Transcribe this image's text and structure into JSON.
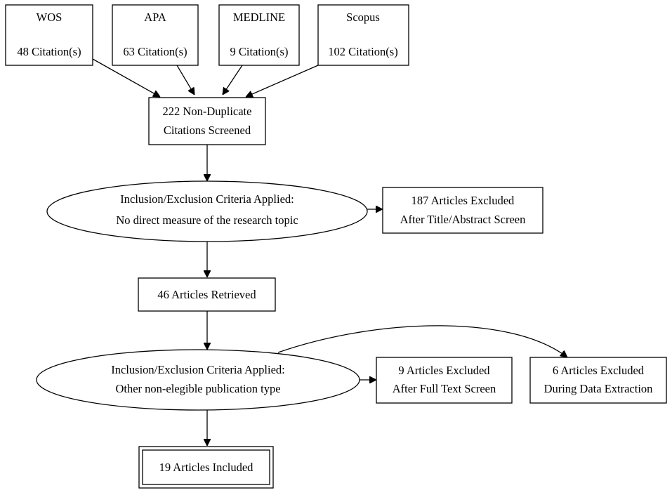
{
  "sources": [
    {
      "name": "WOS",
      "count": "48 Citation(s)"
    },
    {
      "name": "APA",
      "count": "63 Citation(s)"
    },
    {
      "name": "MEDLINE",
      "count": "9 Citation(s)"
    },
    {
      "name": "Scopus",
      "count": "102 Citation(s)"
    }
  ],
  "screened": {
    "line1": "222 Non-Duplicate",
    "line2": "Citations Screened"
  },
  "criteria1": {
    "line1": "Inclusion/Exclusion Criteria Applied:",
    "line2": "No direct measure of the research topic"
  },
  "excluded1": {
    "line1": "187 Articles Excluded",
    "line2": "After Title/Abstract Screen"
  },
  "retrieved": {
    "label": "46 Articles Retrieved"
  },
  "criteria2": {
    "line1": "Inclusion/Exclusion Criteria Applied:",
    "line2": "Other non-elegible publication type"
  },
  "excluded2": {
    "line1": "9 Articles Excluded",
    "line2": "After Full Text Screen"
  },
  "excluded3": {
    "line1": "6 Articles Excluded",
    "line2": "During Data Extraction"
  },
  "included": {
    "label": "19 Articles Included"
  }
}
